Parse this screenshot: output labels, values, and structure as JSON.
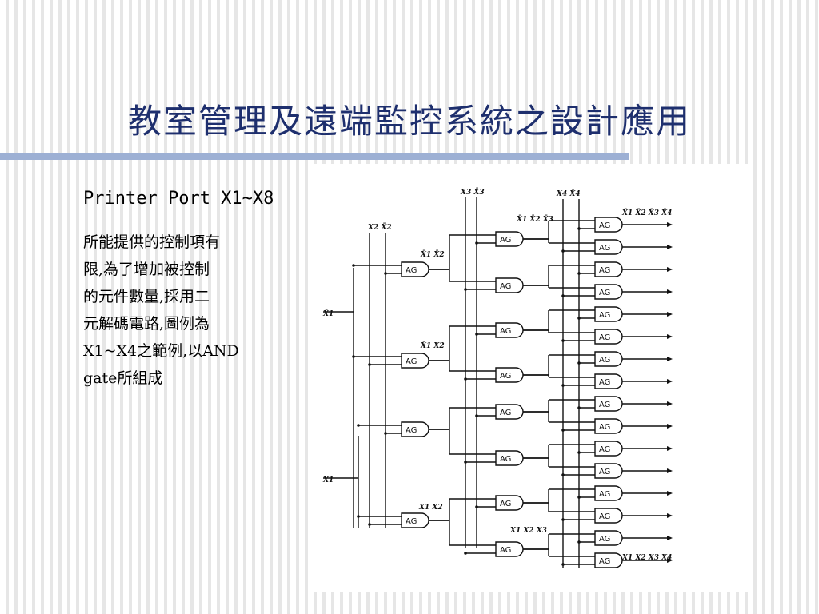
{
  "slide": {
    "title": "教室管理及遠端監控系統之設計應用",
    "subtitle": "Printer Port X1~X8",
    "body_lines": [
      "所能提供的控制項有",
      "限,為了增加被控制",
      "的元件數量,採用二",
      "元解碼電路,圖例為",
      "X1~X4之範例,以AND",
      "gate所組成"
    ]
  },
  "diagram": {
    "gate_label": "AG",
    "input_labels": {
      "x1": "X1",
      "x1_bar": "X̄1",
      "x2_pair": "X2 X̄2",
      "x3_pair": "X3 X̄3",
      "x4_pair": "X4 X̄4"
    },
    "term_labels": {
      "s1_top": "X̄1 X̄2",
      "s1_mid": "X̄1 X2",
      "s1_low": "X1 X2",
      "s2_top": "X̄1 X̄2 X̄3",
      "s2_low": "X1 X2 X3",
      "out_top": "X̄1 X̄2 X̄3 X̄4",
      "out_bottom": "X1 X2 X3 X4"
    }
  }
}
